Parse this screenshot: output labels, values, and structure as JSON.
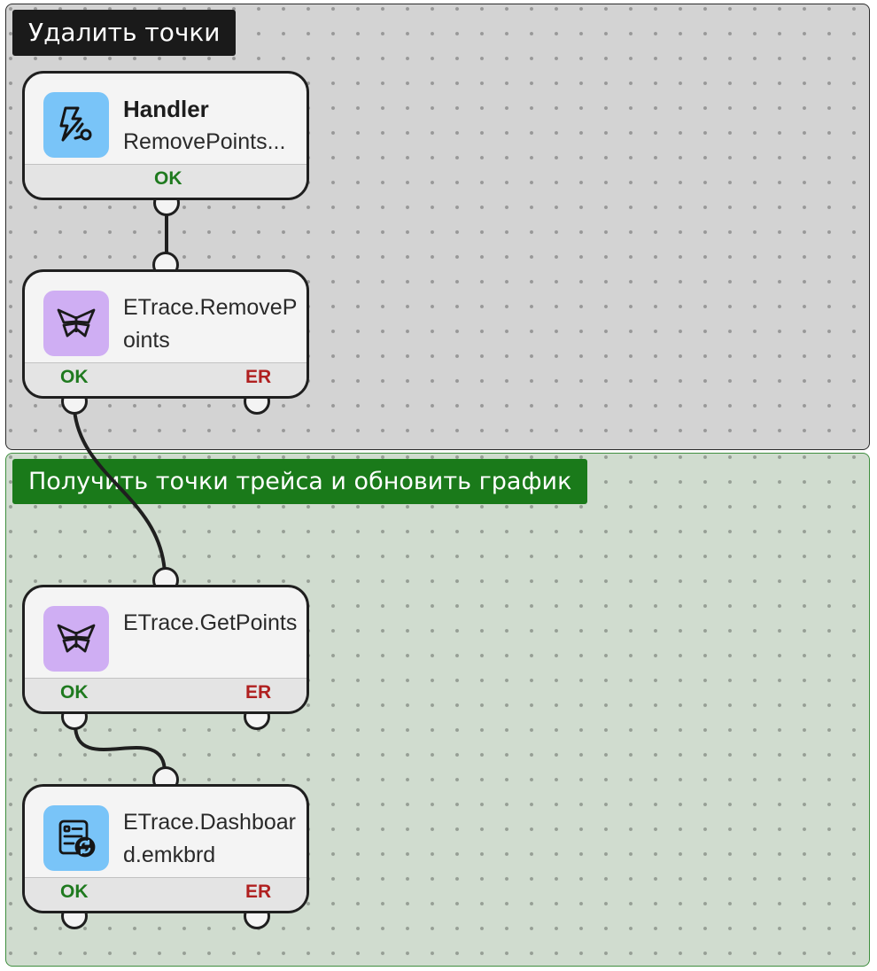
{
  "groups": [
    {
      "label": "Удалить точки"
    },
    {
      "label": "Получить точки трейса и обновить график"
    }
  ],
  "nodes": {
    "handler": {
      "title": "Handler",
      "subtitle": "RemovePoints...",
      "icon": "handler-icon",
      "ports": {
        "ok": "OK"
      }
    },
    "remove_points": {
      "name": "ETrace.RemovePoints",
      "icon": "butterfly-icon",
      "ports": {
        "ok": "OK",
        "er": "ER"
      }
    },
    "get_points": {
      "name": "ETrace.GetPoints",
      "icon": "butterfly-icon",
      "ports": {
        "ok": "OK",
        "er": "ER"
      }
    },
    "dashboard": {
      "name": "ETrace.Dashboard.emkbrd",
      "icon": "dashboard-refresh-icon",
      "ports": {
        "ok": "OK",
        "er": "ER"
      }
    }
  },
  "colors": {
    "group_1_bg": "#d3d3d3",
    "group_1_label": "#1a1a1a",
    "group_2_bg": "#d0dccf",
    "group_2_label": "#1a7a1a",
    "icon_blue": "#79c4f8",
    "icon_purple": "#cfaef3",
    "ok": "#1f7a1f",
    "er": "#b02020"
  }
}
